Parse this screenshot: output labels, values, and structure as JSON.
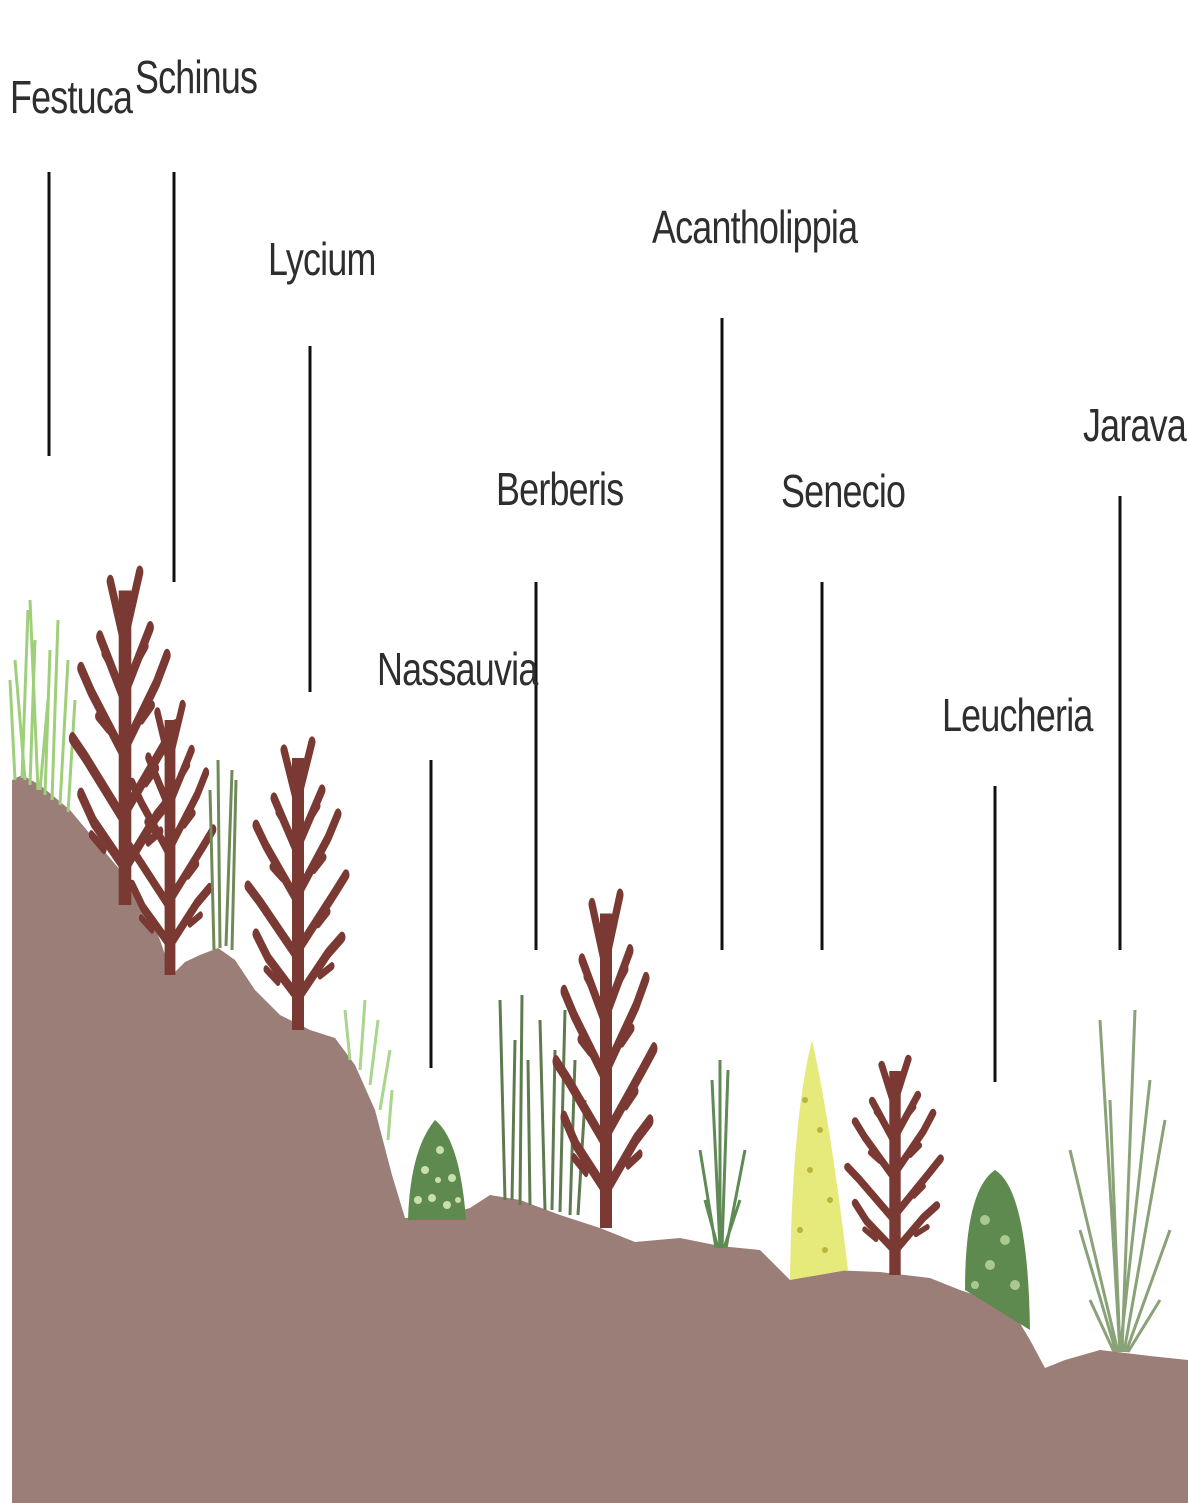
{
  "labels": {
    "festuca": "Festuca",
    "schinus": "Schinus",
    "lycium": "Lycium",
    "nassauvia": "Nassauvia",
    "berberis": "Berberis",
    "acantholippia": "Acantholippia",
    "senecio": "Senecio",
    "leucheria": "Leucheria",
    "jarava": "Jarava"
  },
  "colors": {
    "soil": "#9b7e77",
    "shrub_red_brown": "#7a3a33",
    "grass_light_green": "#9fcf7a",
    "grass_dark_green": "#5f7a4e",
    "cushion_green": "#5e8a4f",
    "senecio_yellow": "#e6ea7a",
    "jarava_sage": "#8aa278",
    "leader_line": "#111111"
  }
}
